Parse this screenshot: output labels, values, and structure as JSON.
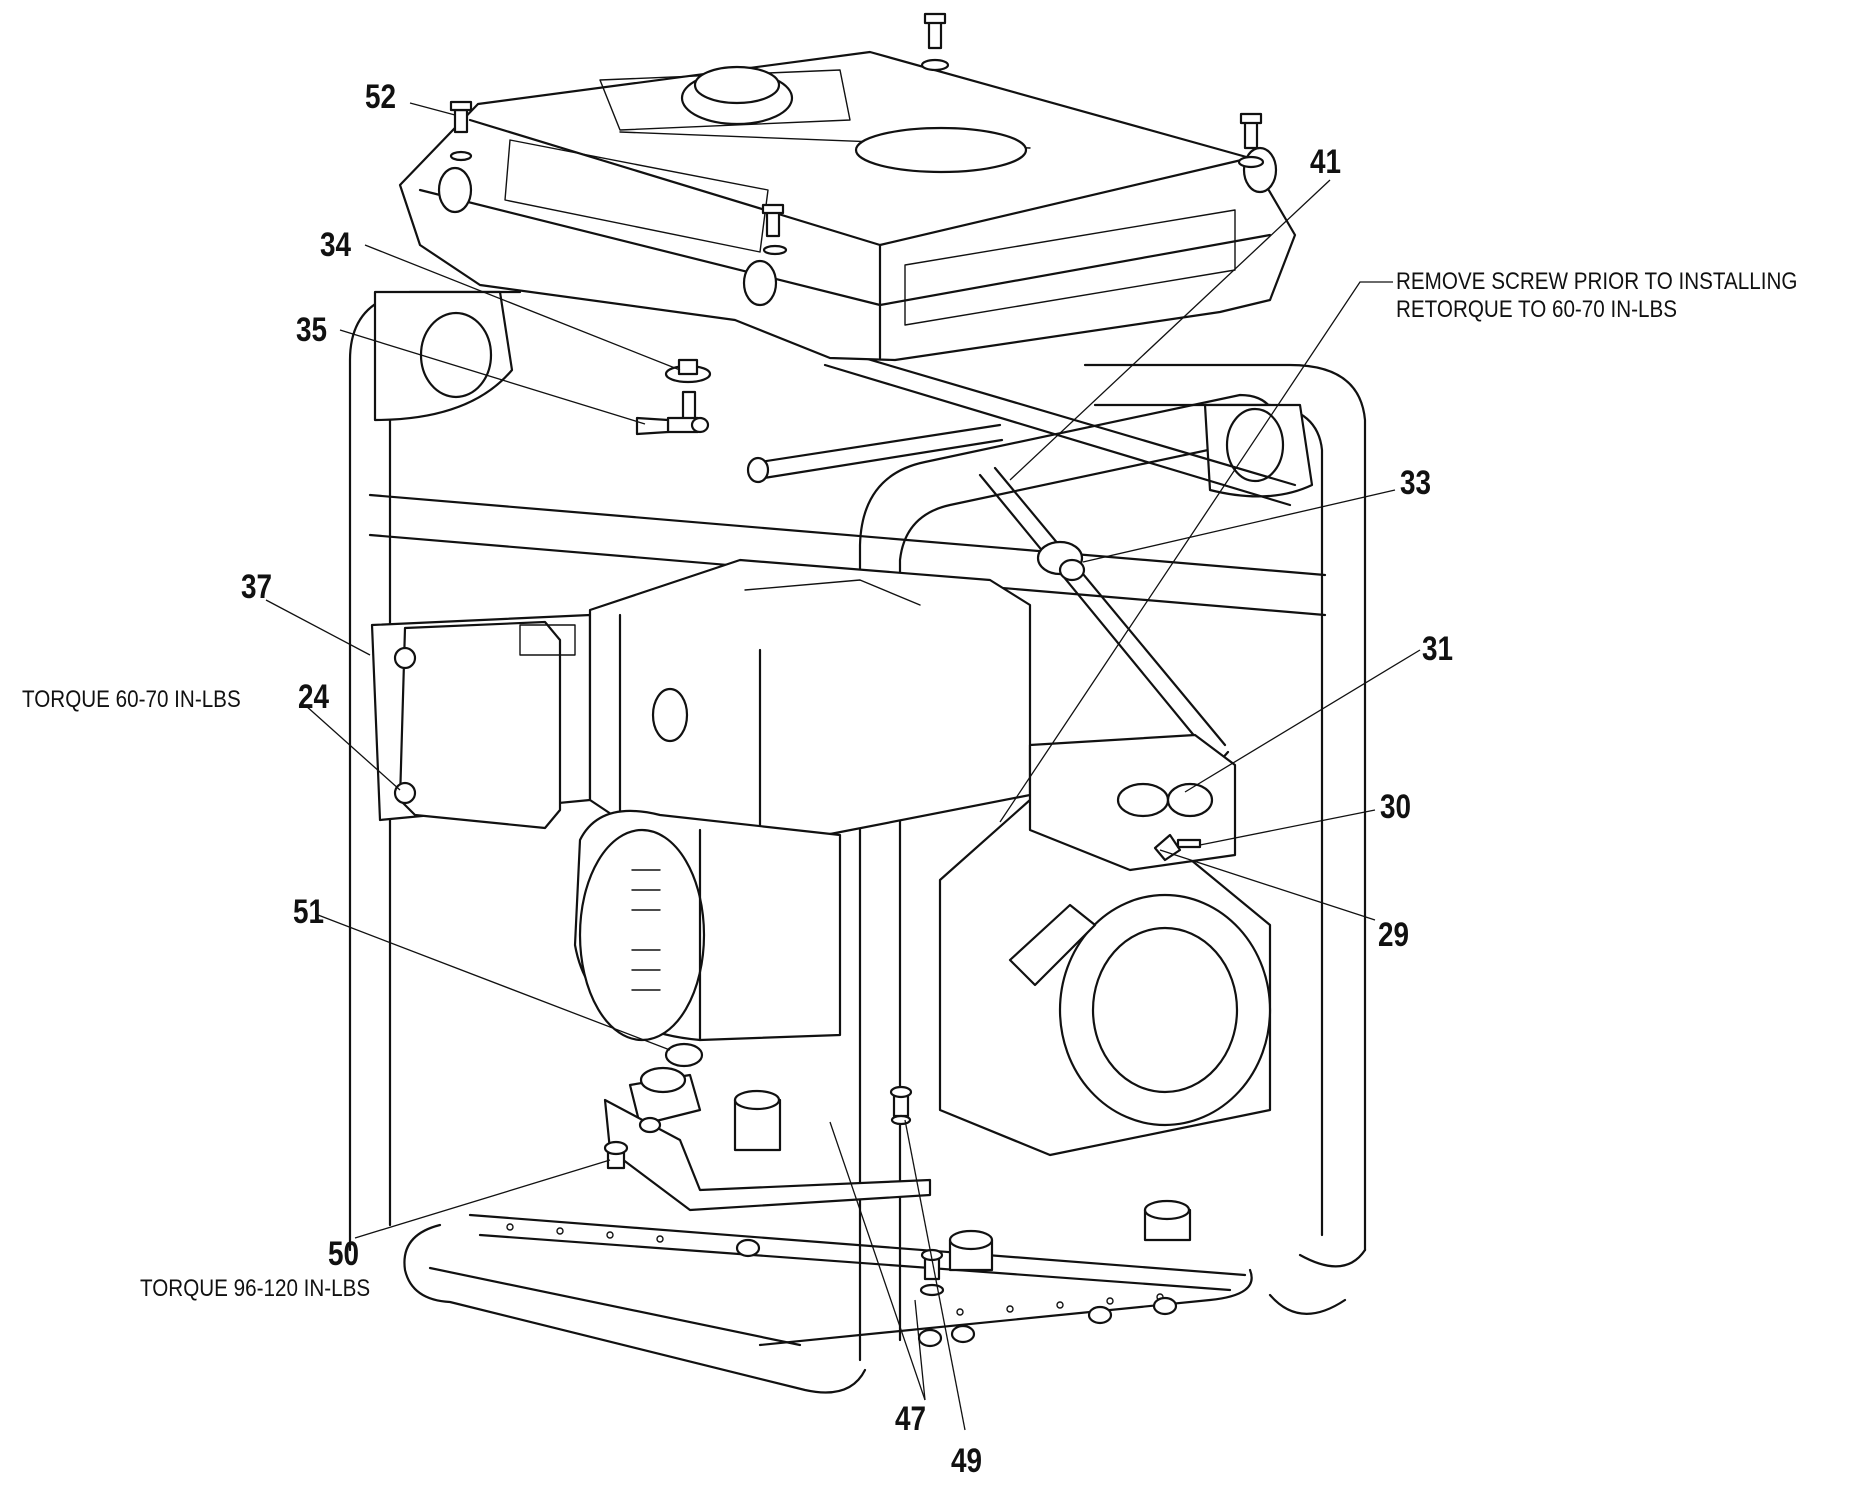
{
  "callouts": {
    "c52": "52",
    "c41": "41",
    "c34": "34",
    "c35": "35",
    "c33": "33",
    "c37": "37",
    "c24": "24",
    "c31": "31",
    "c30": "30",
    "c29": "29",
    "c51": "51",
    "c50": "50",
    "c47": "47",
    "c49": "49"
  },
  "notes": {
    "remove_screw_line1": "REMOVE SCREW PRIOR TO INSTALLING",
    "remove_screw_line2": "RETORQUE TO 60-70 IN-LBS",
    "torque_60_70": "TORQUE 60-70 IN-LBS",
    "torque_96_120": "TORQUE 96-120 IN-LBS"
  }
}
